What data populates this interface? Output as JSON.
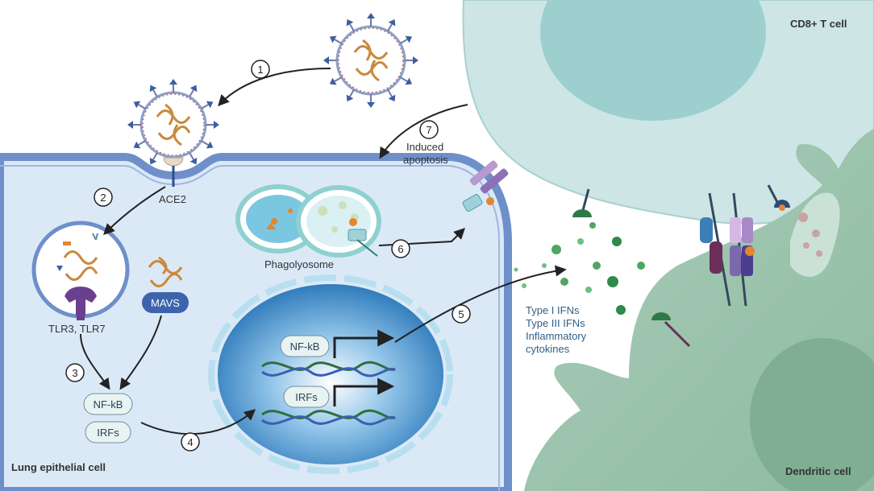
{
  "cells": {
    "lung": "Lung epithelial cell",
    "tcell": "CD8+ T cell",
    "dendritic": "Dendritic cell"
  },
  "labels": {
    "ace2": "ACE2",
    "tlr": "TLR3, TLR7",
    "mavs": "MAVS",
    "nfkb": "NF-kB",
    "irfs": "IRFs",
    "phago": "Phagolyosome",
    "apoptosis_1": "Induced",
    "apoptosis_2": "apoptosis"
  },
  "cytokines": [
    "Type I IFNs",
    "Type III IFNs",
    "Inflammatory",
    "cytokines"
  ],
  "steps": [
    "1",
    "2",
    "3",
    "4",
    "5",
    "6",
    "7"
  ],
  "colors": {
    "cell_fill": "#dbe9f7",
    "membrane": "#6e8fc9",
    "tcell": "#cfe6e6",
    "dendritic": "#a8cbb7",
    "virus_spike": "#4a6fa5",
    "virus_rna": "#c98a3e",
    "cytokine": "#3f9a57"
  }
}
